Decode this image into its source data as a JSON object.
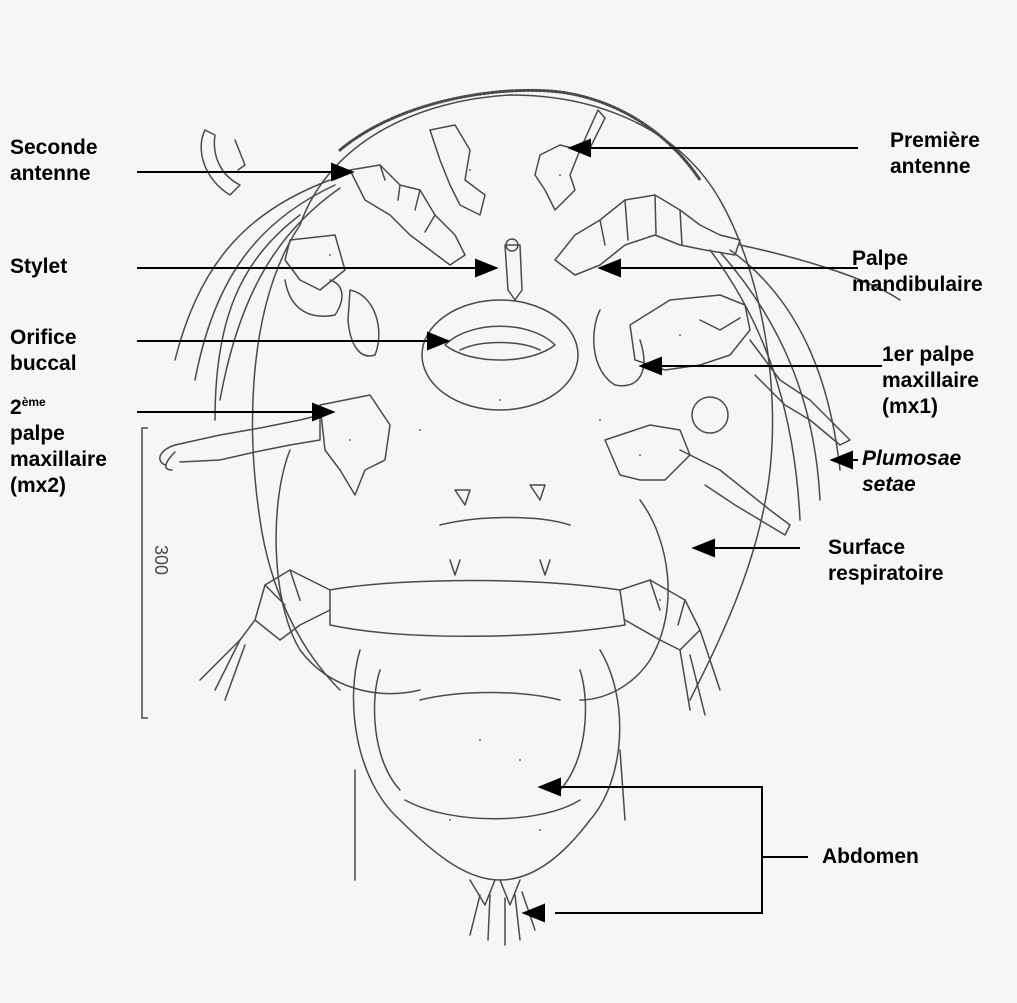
{
  "figure": {
    "labels": {
      "premiere_antenne": [
        "Première",
        "antenne"
      ],
      "seconde_antenne": [
        "Seconde",
        "antenne"
      ],
      "stylet": [
        "Stylet"
      ],
      "palpe_mandibulaire": [
        "Palpe",
        "mandibulaire"
      ],
      "orifice_buccal": [
        "Orifice",
        "buccal"
      ],
      "palpe_mx1": [
        "1er palpe",
        "maxillaire",
        "(mx1)"
      ],
      "palpe_mx2_num": "2",
      "palpe_mx2_sup": "ème",
      "palpe_mx2_rest": [
        "palpe",
        "maxillaire",
        "(mx2)"
      ],
      "plumosae_setae": [
        "Plumosae",
        "setae"
      ],
      "surface_respiratoire": [
        "Surface",
        "respiratoire"
      ],
      "abdomen": [
        "Abdomen"
      ]
    },
    "scale_bar_label": "300",
    "colors": {
      "ink": "#000000",
      "drawing": "#4a4a4a",
      "paper": "#f6f6f4"
    }
  }
}
